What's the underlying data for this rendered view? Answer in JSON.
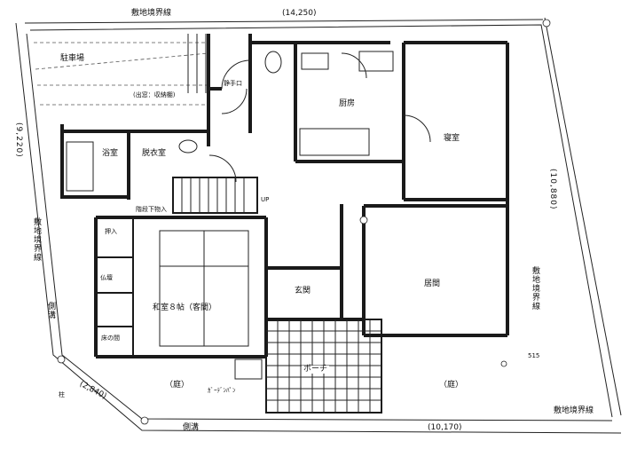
{
  "boundary": {
    "site_line_top": "敷地境界線",
    "site_line_right": "敷地境界線",
    "site_line_left": "敷地境界線",
    "site_line_bottom": "敷地境界線"
  },
  "dimensions": {
    "top": "(14,250)",
    "left": "(9,220)",
    "right": "(10,880)",
    "bottom": "(10,170)",
    "bottom_left": "(2,840)",
    "offset": "515"
  },
  "rooms": {
    "parking": "駐車場",
    "parking_note": "(出窓：収納棚)",
    "kitchen": "厨房",
    "bedroom": "寝室",
    "bath": "浴室",
    "dressing": "脱衣室",
    "stair_storage": "階段下物入",
    "up": "UP",
    "closet": "押入",
    "buddhist_altar": "仏壇",
    "tokonoma": "床の間",
    "japanese_room": "和室８帖（客間）",
    "entrance": "玄関",
    "living": "居間",
    "porch": "ポーチ",
    "garden_left": "（庭）",
    "garden_right": "（庭）",
    "garden_hose": "ｶﾞｰﾃﾞﾝﾊﾟﾝ",
    "handrail": "静手口",
    "pillar": "柱",
    "ditch_left": "側溝",
    "ditch_bottom": "側溝"
  }
}
